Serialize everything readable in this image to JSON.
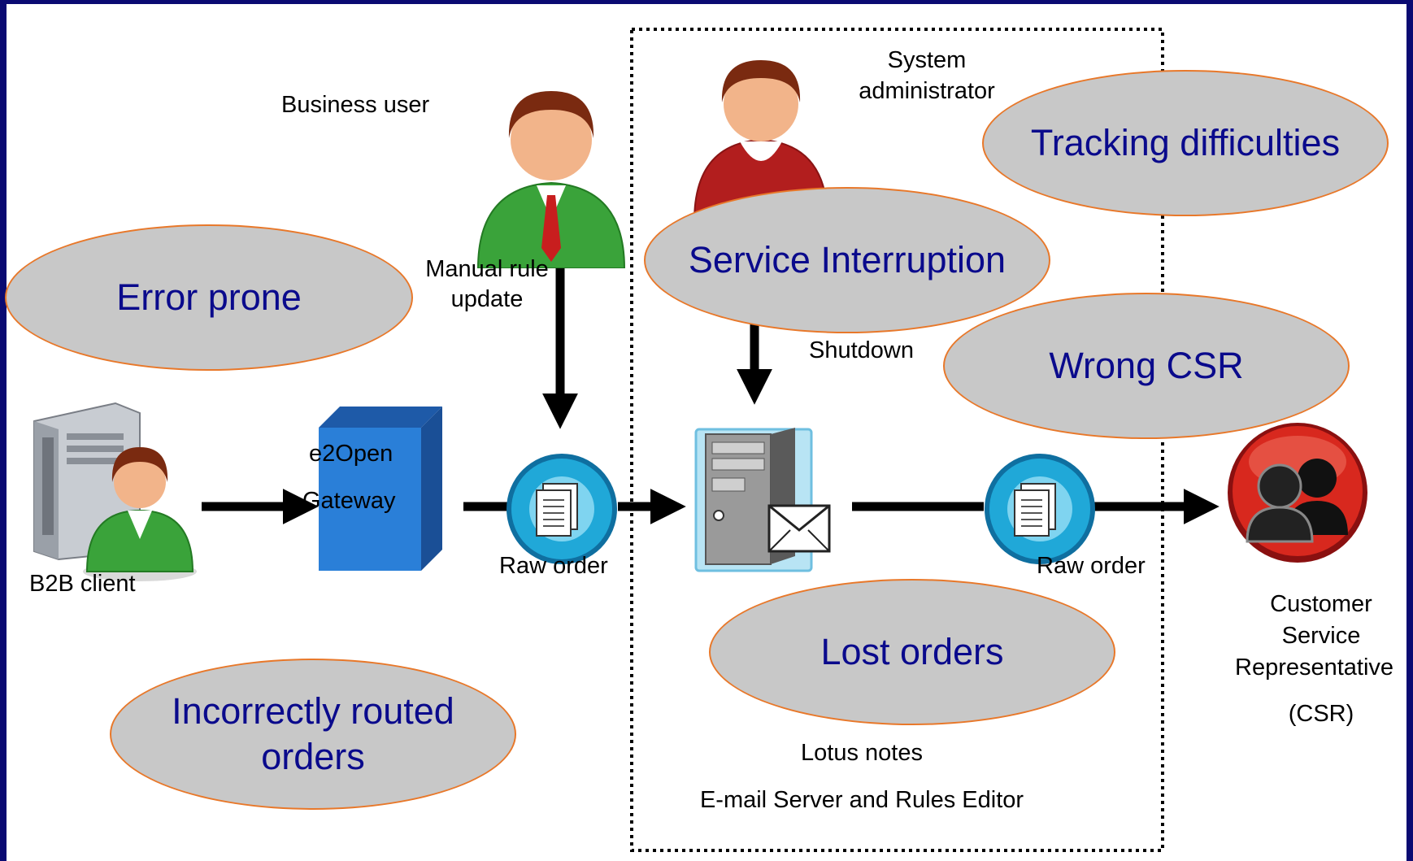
{
  "labels": {
    "business_user": "Business user",
    "system_admin_line1": "System",
    "system_admin_line2": "administrator",
    "manual_rule_line1": "Manual rule",
    "manual_rule_line2": "update",
    "shutdown": "Shutdown",
    "e2open_line1": "e2Open",
    "e2open_line2": "Gateway",
    "raw_order_left": "Raw order",
    "raw_order_right": "Raw order",
    "b2b_client": "B2B client",
    "csr_line1": "Customer",
    "csr_line2": "Service",
    "csr_line3": "Representative",
    "csr_line4": "(CSR)",
    "lotus_notes": "Lotus notes",
    "email_server": "E-mail Server and Rules Editor"
  },
  "issues": {
    "error_prone": "Error prone",
    "incorrectly_routed_line1": "Incorrectly routed",
    "incorrectly_routed_line2": "orders",
    "service_interruption": "Service Interruption",
    "tracking_difficulties": "Tracking difficulties",
    "wrong_csr": "Wrong CSR",
    "lost_orders": "Lost orders"
  },
  "colors": {
    "background": "#0a0a72",
    "issue_fill": "#c8c8c8",
    "issue_border": "#e8782a",
    "issue_text": "#0a0a8c",
    "gateway_blue": "#2a7fd8"
  }
}
